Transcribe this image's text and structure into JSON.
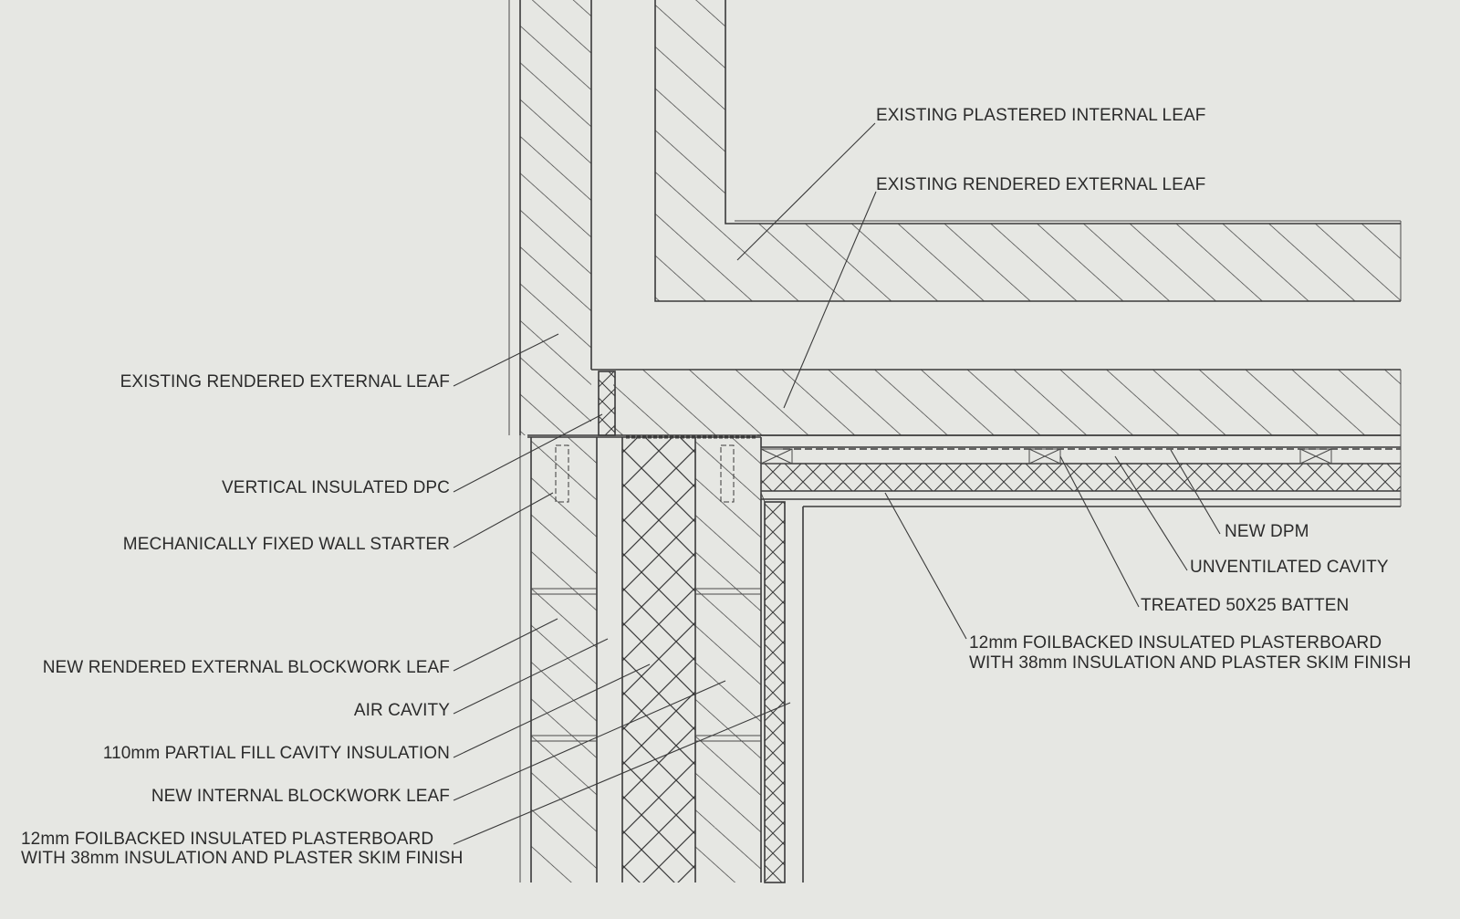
{
  "labels_left": [
    {
      "id": "existing-rendered-external-leaf-left",
      "text": "EXISTING RENDERED EXTERNAL LEAF"
    },
    {
      "id": "vertical-insulated-dpc",
      "text": "VERTICAL INSULATED DPC"
    },
    {
      "id": "mechanically-fixed-wall-starter",
      "text": "MECHANICALLY FIXED WALL STARTER"
    },
    {
      "id": "new-rendered-external-blockwork-leaf",
      "text": "NEW RENDERED EXTERNAL BLOCKWORK LEAF"
    },
    {
      "id": "air-cavity",
      "text": "AIR CAVITY"
    },
    {
      "id": "partial-fill-cavity-insulation",
      "text": "110mm PARTIAL FILL CAVITY INSULATION"
    },
    {
      "id": "new-internal-blockwork-leaf",
      "text": "NEW INTERNAL BLOCKWORK LEAF"
    },
    {
      "id": "plasterboard-left-line1",
      "text": "12mm FOILBACKED INSULATED PLASTERBOARD"
    },
    {
      "id": "plasterboard-left-line2",
      "text": "WITH 38mm INSULATION AND PLASTER SKIM FINISH"
    }
  ],
  "labels_top": [
    {
      "id": "existing-plastered-internal-leaf",
      "text": "EXISTING PLASTERED INTERNAL LEAF"
    },
    {
      "id": "existing-rendered-external-leaf-top",
      "text": "EXISTING RENDERED EXTERNAL LEAF"
    }
  ],
  "labels_right": [
    {
      "id": "new-dpm",
      "text": "NEW DPM"
    },
    {
      "id": "unventilated-cavity",
      "text": "UNVENTILATED CAVITY"
    },
    {
      "id": "treated-batten",
      "text": "TREATED 50X25 BATTEN"
    },
    {
      "id": "plasterboard-right-line1",
      "text": "12mm FOILBACKED INSULATED PLASTERBOARD"
    },
    {
      "id": "plasterboard-right-line2",
      "text": "WITH 38mm INSULATION AND PLASTER SKIM FINISH"
    }
  ],
  "colors": {
    "background": "#e6e7e3",
    "linework": "#3a3a3a",
    "text": "#2b2b2b"
  }
}
